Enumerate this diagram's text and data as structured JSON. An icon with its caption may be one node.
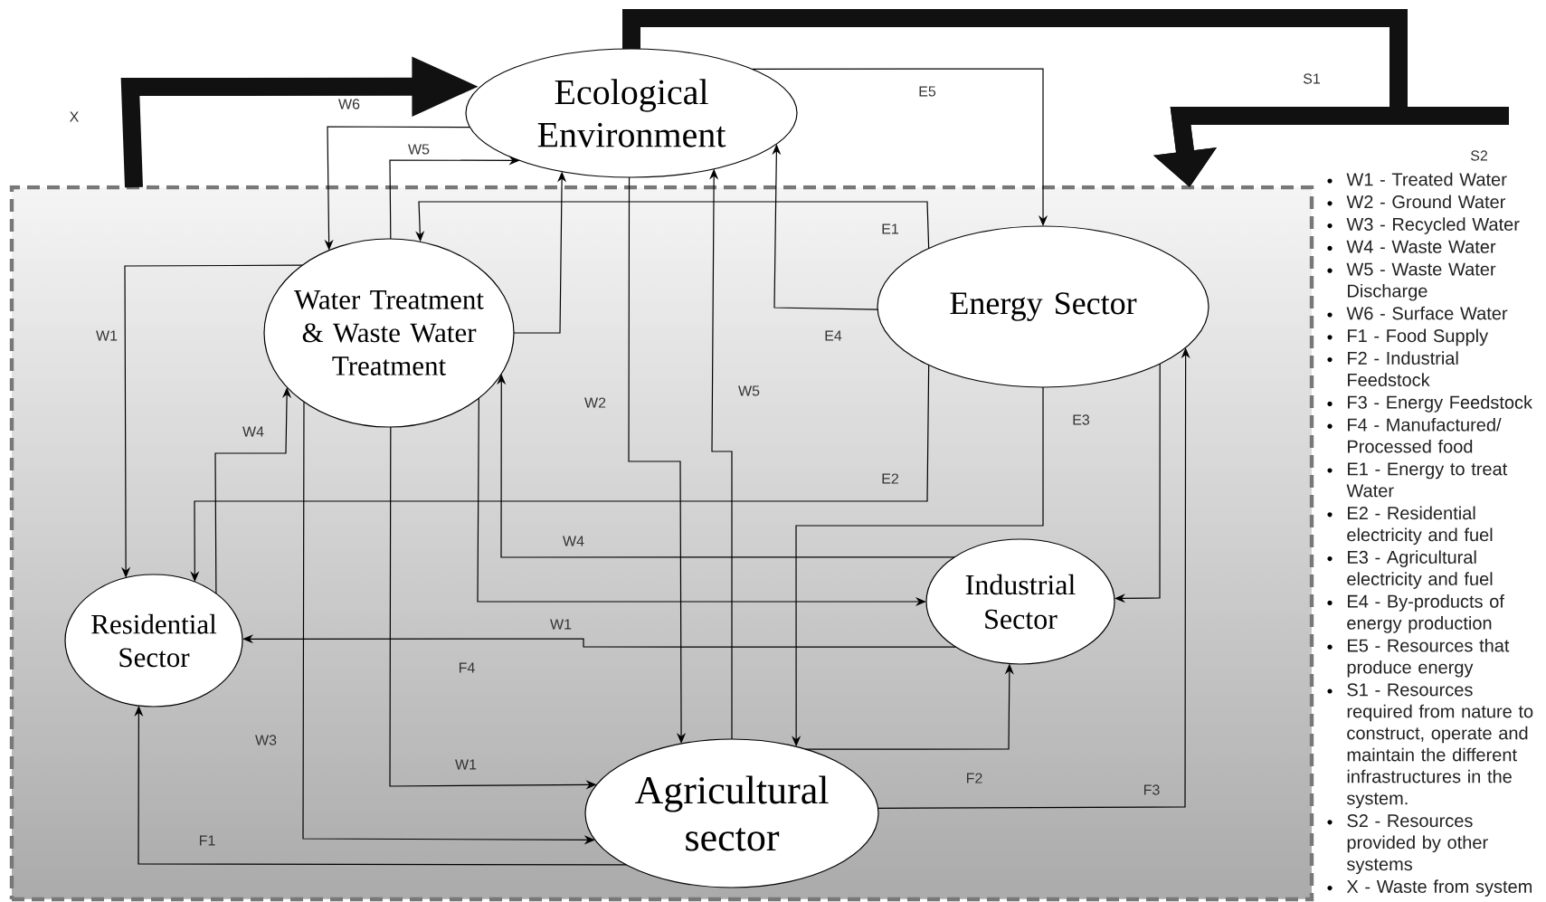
{
  "diagram": {
    "nodes": [
      {
        "text": [
          "Ecological Environment"
        ]
      },
      {
        "text": [],
        "shape": "box"
      },
      {
        "text": [
          "Water Treatment & Waste Water Treatment"
        ],
        "in": 1
      },
      {
        "text": [
          "Energy Sector"
        ],
        "in": 1
      },
      {
        "text": [
          "Residential Sector"
        ],
        "in": 1
      },
      {
        "text": [
          "Industrial Sector"
        ],
        "in": 1
      },
      {
        "text": [
          "Agricultural sector"
        ],
        "in": 1
      }
    ],
    "edges": [
      {
        "from": 1,
        "to": 0,
        "arrow": "to",
        "label": "X",
        "style": "thick"
      },
      {
        "from": 0,
        "to": 1,
        "arrow": "to",
        "label": "S1",
        "style": "thick"
      },
      {
        "from": null,
        "to": 1,
        "arrow": "to",
        "label": "S2",
        "style": "thick"
      },
      {
        "from": 0,
        "to": 2,
        "arrow": "to",
        "label": "W6"
      },
      {
        "from": 2,
        "to": 0,
        "arrow": "to",
        "label": "W5"
      },
      {
        "from": 3,
        "to": 2,
        "arrow": "to",
        "label": "E1"
      },
      {
        "from": 2,
        "to": 0,
        "arrow": "to"
      },
      {
        "from": 2,
        "to": 4,
        "arrow": "to",
        "label": "W1"
      },
      {
        "from": 4,
        "to": 2,
        "arrow": "to",
        "label": "W4"
      },
      {
        "from": 2,
        "to": 6,
        "arrow": "to",
        "label": "W3"
      },
      {
        "from": 2,
        "to": 6,
        "arrow": "to",
        "label": "W1"
      },
      {
        "from": 0,
        "to": 6,
        "arrow": "to",
        "label": "W2"
      },
      {
        "from": 6,
        "to": 0,
        "arrow": "to",
        "label": "W5"
      },
      {
        "from": 3,
        "to": 0,
        "arrow": "to",
        "label": "E4"
      },
      {
        "from": 0,
        "to": 3,
        "arrow": "to",
        "label": "E5"
      },
      {
        "from": 3,
        "to": 4,
        "arrow": "to",
        "label": "E2"
      },
      {
        "from": 3,
        "to": 6,
        "arrow": "to",
        "label": "E3"
      },
      {
        "from": 5,
        "to": 2,
        "arrow": "to",
        "label": "W4"
      },
      {
        "from": 2,
        "to": 5,
        "arrow": "to"
      },
      {
        "from": 5,
        "to": 4,
        "arrow": "to",
        "label": "W1"
      },
      {
        "from": 3,
        "to": 5,
        "arrow": "to"
      },
      {
        "from": 6,
        "to": 5,
        "arrow": "to",
        "label": "F2"
      },
      {
        "from": 6,
        "to": 3,
        "arrow": "to",
        "label": "F3"
      },
      {
        "from": 6,
        "to": 4,
        "arrow": "to",
        "label": "F1"
      }
    ],
    "labels": [
      "F4",
      "W1 - Treated Water",
      "W2 - Ground Water",
      "W3 - Recycled Water",
      "W4 - Waste Water",
      "W5 - Waste Water Discharge",
      "W6 - Surface Water",
      "F1 - Food Supply",
      "F2 - Industrial Feedstock",
      "F3 - Energy Feedstock",
      "F4 - Manufactured/ Processed food",
      "E1 - Energy to treat Water",
      "E2 - Residential electricity and fuel",
      "E3 - Agricultural electricity and fuel",
      "E4 - By-products of energy production",
      "E5 - Resources that produce energy",
      "S1 - Resources required from nature to construct, operate and maintain the different infrastructures in the system.",
      "S2 - Resources provided by other systems",
      "X - Waste from system"
    ]
  }
}
